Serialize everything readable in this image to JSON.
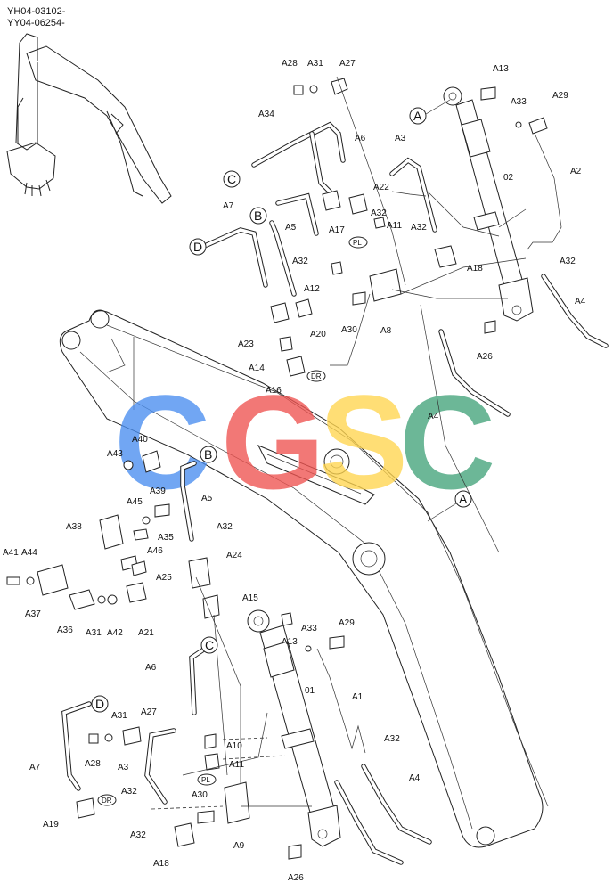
{
  "serials": [
    "YH04-03102-",
    "YY04-06254-"
  ],
  "watermark": {
    "letters": [
      "C",
      "G",
      "S",
      "C"
    ],
    "colors": [
      "#4a8ef0",
      "#ef5350",
      "#ffd54f",
      "#43a37a"
    ]
  },
  "callouts": {
    "A": "A",
    "B": "B",
    "C": "C",
    "D": "D"
  },
  "tags": {
    "pl": "PL",
    "dr": "DR"
  },
  "labels": {
    "l_a28_t": "A28",
    "l_a31_t": "A31",
    "l_a27_t": "A27",
    "l_a13_t": "A13",
    "l_a33_t": "A33",
    "l_a29_t": "A29",
    "l_a34": "A34",
    "l_a6_t": "A6",
    "l_a3_t": "A3",
    "l_02": "02",
    "l_a2": "A2",
    "l_a22": "A22",
    "l_a32_1": "A32",
    "l_a11_t": "A11",
    "l_a32_2": "A32",
    "l_a7_t": "A7",
    "l_a5_t": "A5",
    "l_a17": "A17",
    "l_a18_t": "A18",
    "l_a32_3": "A32",
    "l_a12": "A12",
    "l_a32_4": "A32",
    "l_a4_t": "A4",
    "l_a23": "A23",
    "l_a20": "A20",
    "l_a30_t": "A30",
    "l_a8": "A8",
    "l_a14": "A14",
    "l_a26_t": "A26",
    "l_a16": "A16",
    "l_a4_m": "A4",
    "l_a40": "A40",
    "l_a43": "A43",
    "l_a5_m": "A5",
    "l_a45": "A45",
    "l_a39": "A39",
    "l_a38": "A38",
    "l_a35": "A35",
    "l_a32_5": "A32",
    "l_a46": "A46",
    "l_a24": "A24",
    "l_a41": "A41",
    "l_a44": "A44",
    "l_a25": "A25",
    "l_a37": "A37",
    "l_a15": "A15",
    "l_a36": "A36",
    "l_a31_m": "A31",
    "l_a42": "A42",
    "l_a21": "A21",
    "l_a13_b": "A13",
    "l_a33_b": "A33",
    "l_a29_b": "A29",
    "l_a6_b": "A6",
    "l_01": "01",
    "l_a1": "A1",
    "l_a31_b": "A31",
    "l_a27_b": "A27",
    "l_a28_b": "A28",
    "l_a10": "A10",
    "l_a32_6": "A32",
    "l_a7_b": "A7",
    "l_a3_b": "A3",
    "l_a11_b": "A11",
    "l_a4_b": "A4",
    "l_a32_7": "A32",
    "l_a30_b": "A30",
    "l_a19": "A19",
    "l_a32_8": "A32",
    "l_a9": "A9",
    "l_a18_b": "A18",
    "l_a26_b": "A26"
  }
}
